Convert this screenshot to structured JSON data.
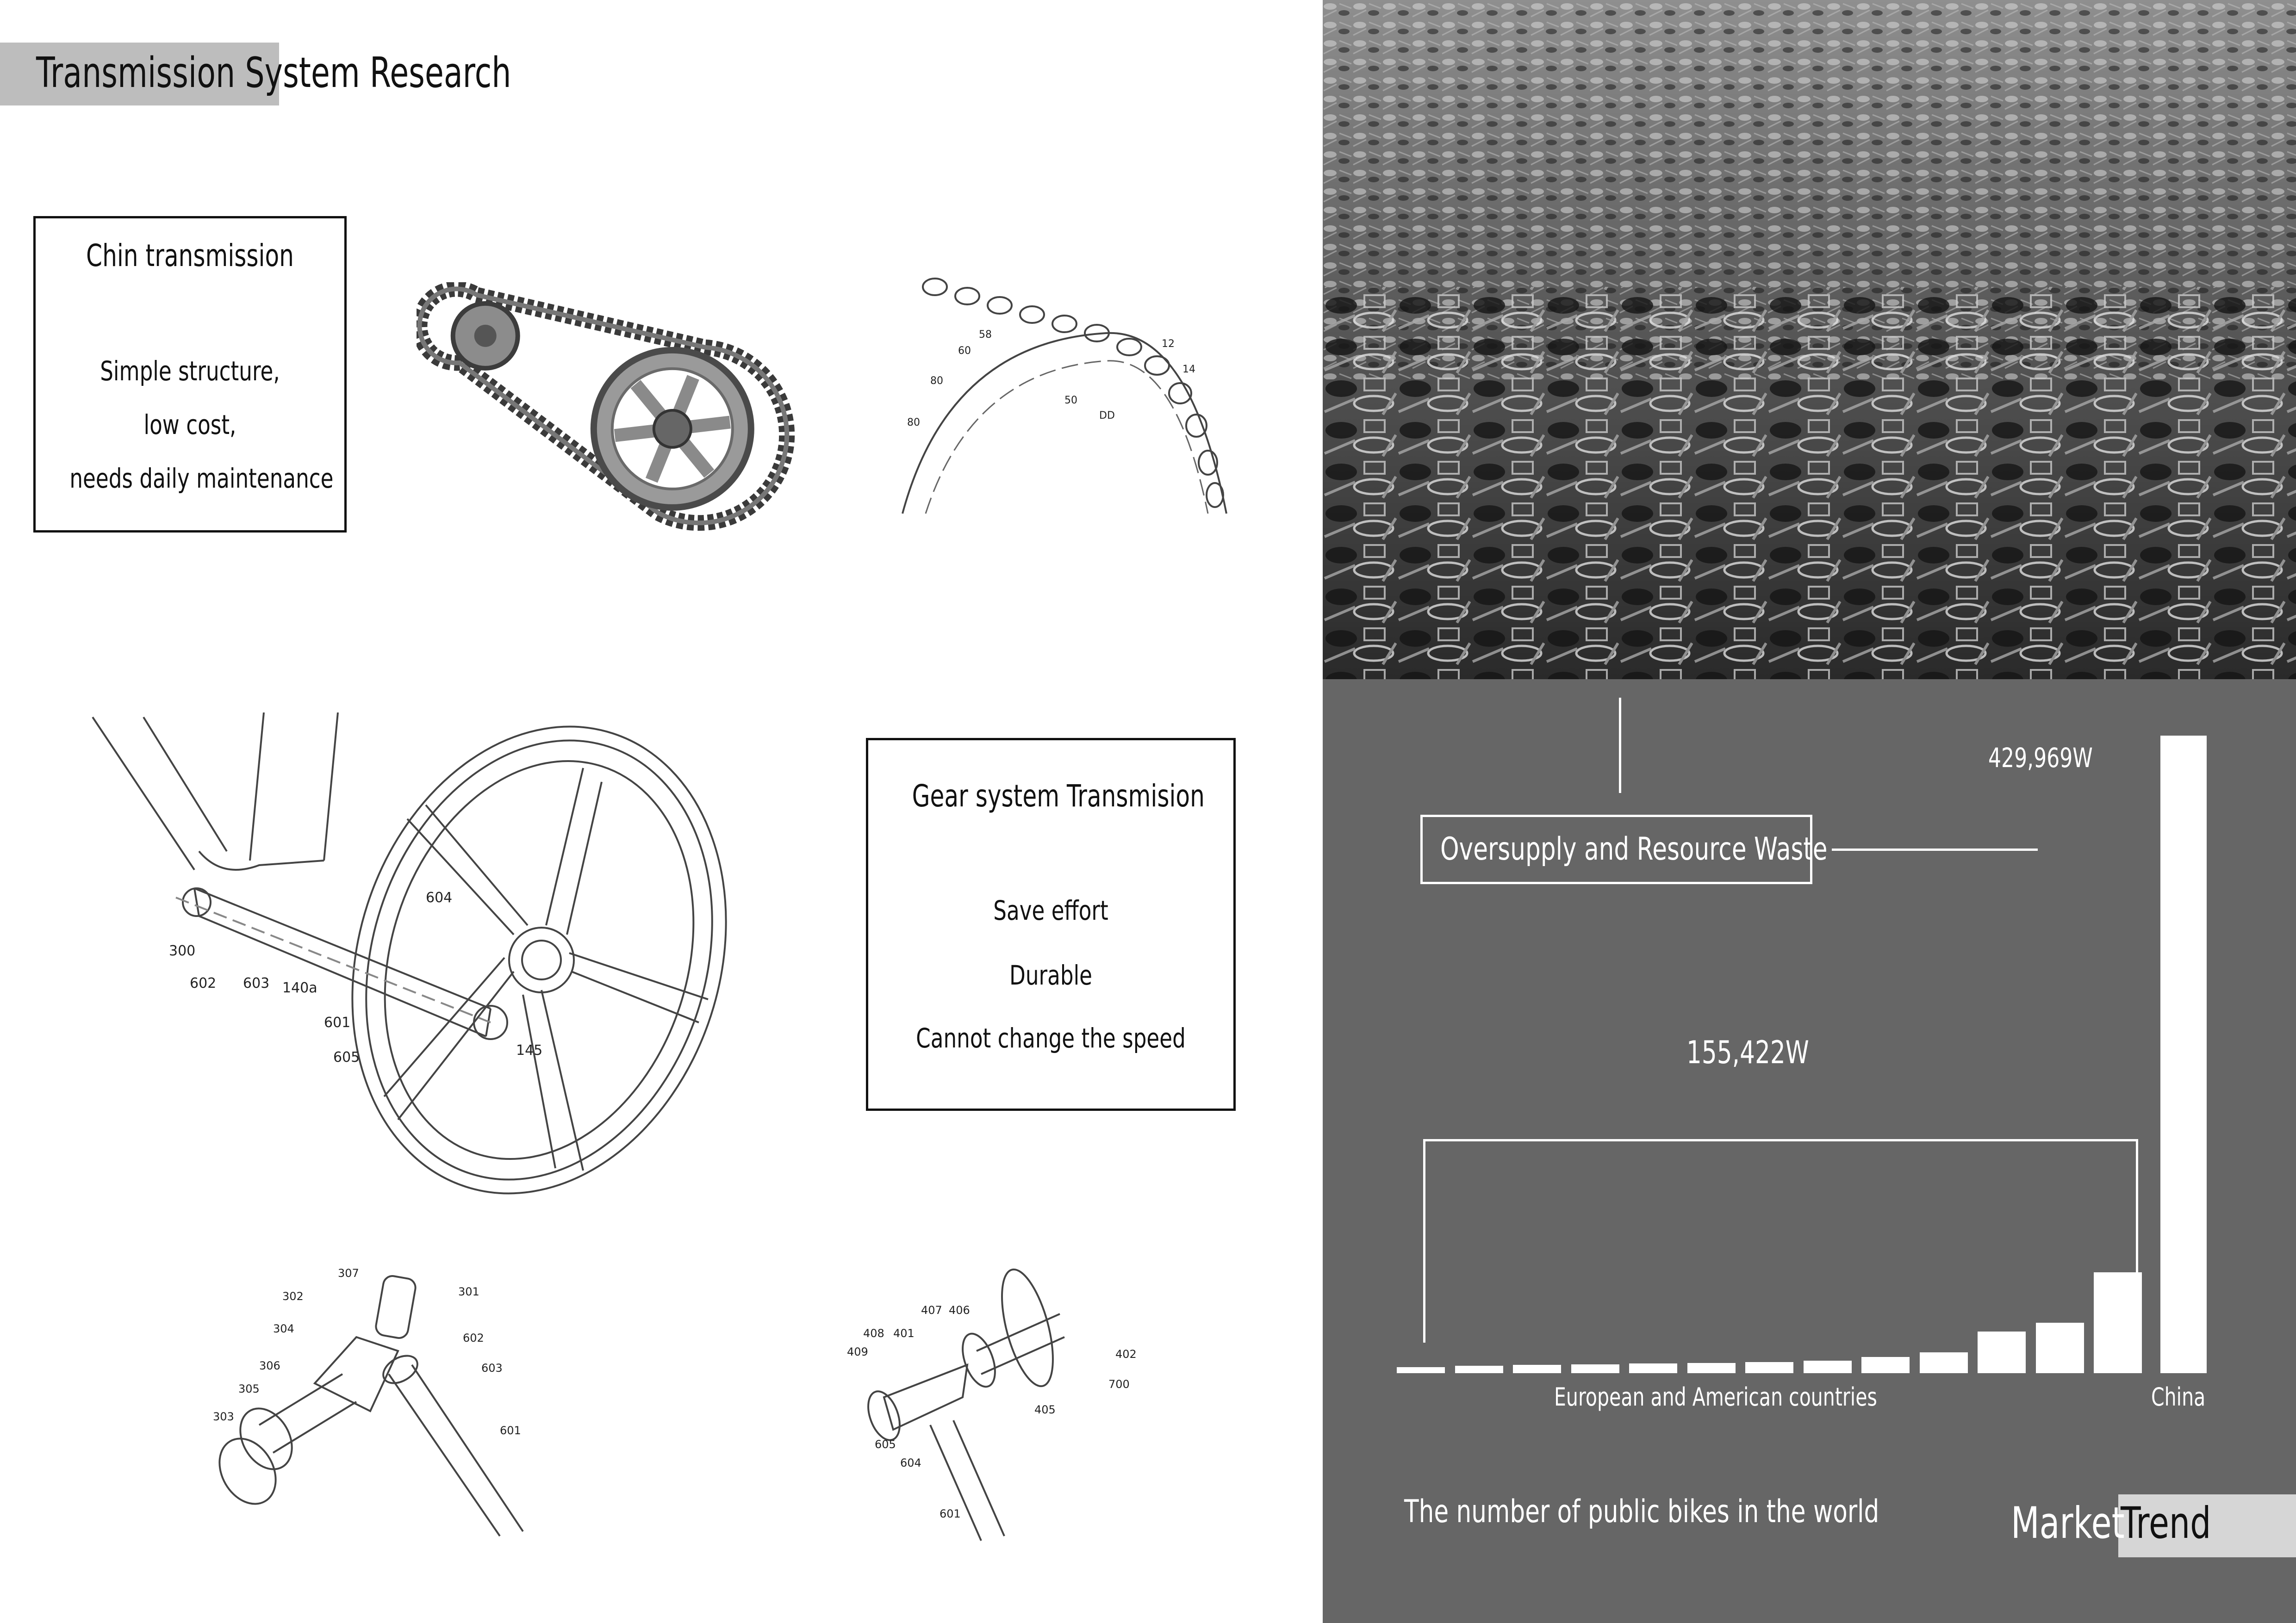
{
  "page_title": "Transmission System Research",
  "chain_box": {
    "title": "Chin transmission",
    "lines": [
      "Simple structure,",
      "low cost,",
      "needs daily maintenance"
    ]
  },
  "gear_box": {
    "title": "Gear system Transmision",
    "lines": [
      "Save effort",
      "Durable",
      "Cannot change the speed"
    ]
  },
  "sprocket_labels": [
    "58",
    "60",
    "80",
    "80",
    "12",
    "14",
    "50",
    "DD"
  ],
  "shaft_labels": [
    "604",
    "300",
    "602",
    "603",
    "140a",
    "601",
    "605",
    "145"
  ],
  "bevel_left_labels": [
    "307",
    "301",
    "302",
    "304",
    "602",
    "306",
    "603",
    "305",
    "303",
    "601"
  ],
  "bevel_right_labels": [
    "407",
    "406",
    "408",
    "401",
    "409",
    "402",
    "700",
    "405",
    "605",
    "604",
    "601"
  ],
  "market": {
    "heading_word1": "Market",
    "heading_word2": "Trend",
    "annotation": "Oversupply and Resource Waste",
    "caption": "The number of public bikes in the world"
  },
  "chart_data": {
    "type": "bar",
    "title": "The number of public bikes in the world",
    "categories": [
      "",
      "",
      "",
      "",
      "",
      "",
      "",
      "",
      "",
      "",
      "",
      "",
      "",
      "China"
    ],
    "category_group_label": "European and American countries",
    "values": [
      4000,
      5000,
      5500,
      6000,
      6500,
      7000,
      7500,
      8500,
      11000,
      14000,
      28000,
      34000,
      68000,
      429969
    ],
    "ylim": [
      0,
      440000
    ],
    "data_labels": [
      "429,969W",
      "155,422W"
    ],
    "grid": false,
    "bar_color": "#ffffff",
    "background_color": "#666666"
  },
  "colors": {
    "panel_dark": "#666666",
    "title_highlight": "#bdbdbd",
    "trend_highlight": "#d6d6d6"
  }
}
